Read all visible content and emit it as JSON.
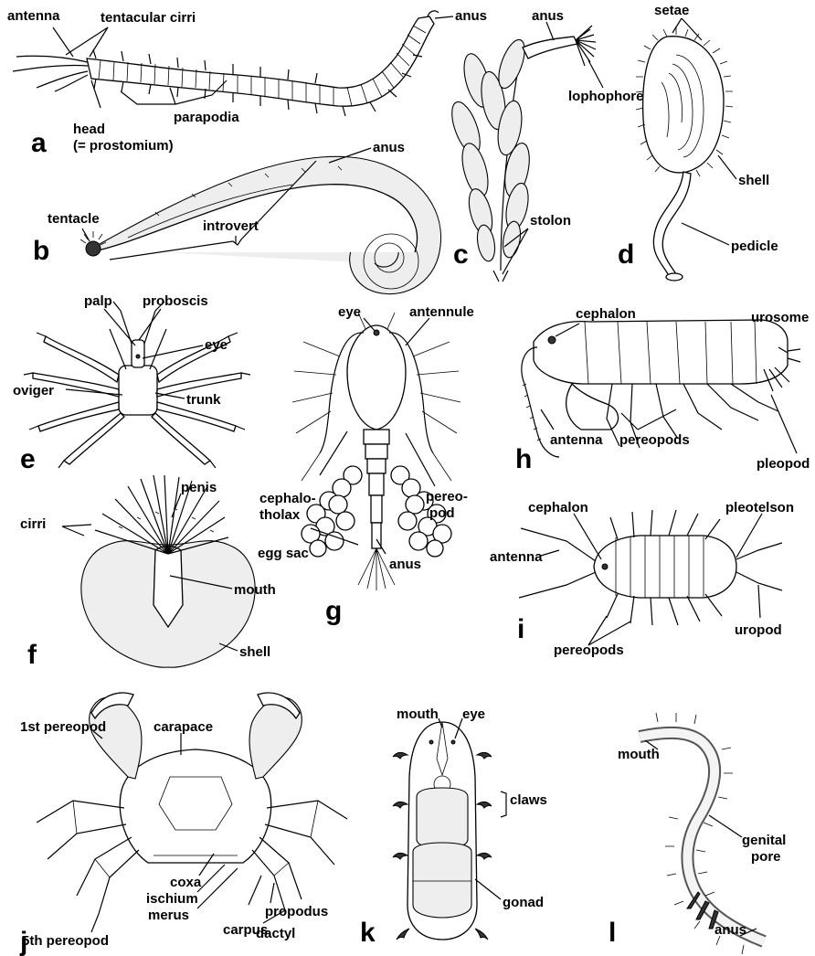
{
  "panels": {
    "a": {
      "letter": "a",
      "labels": {
        "antenna": "antenna",
        "tentacular_cirri": "tentacular cirri",
        "anus": "anus",
        "head": "head",
        "prostomium": "(= prostomium)",
        "parapodia": "parapodia"
      }
    },
    "b": {
      "letter": "b",
      "labels": {
        "tentacle": "tentacle",
        "introvert": "introvert",
        "anus": "anus"
      }
    },
    "c": {
      "letter": "c",
      "labels": {
        "anus": "anus",
        "lophophore": "lophophore",
        "stolon": "stolon"
      }
    },
    "d": {
      "letter": "d",
      "labels": {
        "setae": "setae",
        "shell": "shell",
        "pedicle": "pedicle"
      }
    },
    "e": {
      "letter": "e",
      "labels": {
        "palp": "palp",
        "proboscis": "proboscis",
        "eye": "eye",
        "oviger": "oviger",
        "trunk": "trunk"
      }
    },
    "f": {
      "letter": "f",
      "labels": {
        "penis": "penis",
        "cirri": "cirri",
        "mouth": "mouth",
        "shell": "shell"
      }
    },
    "g": {
      "letter": "g",
      "labels": {
        "eye": "eye",
        "antennule": "antennule",
        "cephalothorax_1": "cephalo-",
        "cephalothorax_2": "tholax",
        "pereopod_1": "pereo-",
        "pereopod_2": "pod",
        "egg_sac": "egg sac",
        "anus": "anus"
      }
    },
    "h": {
      "letter": "h",
      "labels": {
        "cephalon": "cephalon",
        "urosome": "urosome",
        "antenna": "antenna",
        "pereopods": "pereopods",
        "pleopod": "pleopod"
      }
    },
    "i": {
      "letter": "i",
      "labels": {
        "cephalon": "cephalon",
        "pleotelson": "pleotelson",
        "antenna": "antenna",
        "pereopods": "pereopods",
        "uropod": "uropod"
      }
    },
    "j": {
      "letter": "j",
      "labels": {
        "first_pereopod": "1st pereopod",
        "carapace": "carapace",
        "coxa": "coxa",
        "ischium": "ischium",
        "merus": "merus",
        "carpus": "carpus",
        "propodus": "propodus",
        "dactyl": "dactyl",
        "fifth_pereopod": "5th pereopod"
      }
    },
    "k": {
      "letter": "k",
      "labels": {
        "mouth": "mouth",
        "eye": "eye",
        "claws": "claws",
        "gonad": "gonad"
      }
    },
    "l": {
      "letter": "l",
      "labels": {
        "mouth": "mouth",
        "genital_1": "genital",
        "genital_2": "pore",
        "anus": "anus"
      }
    }
  }
}
